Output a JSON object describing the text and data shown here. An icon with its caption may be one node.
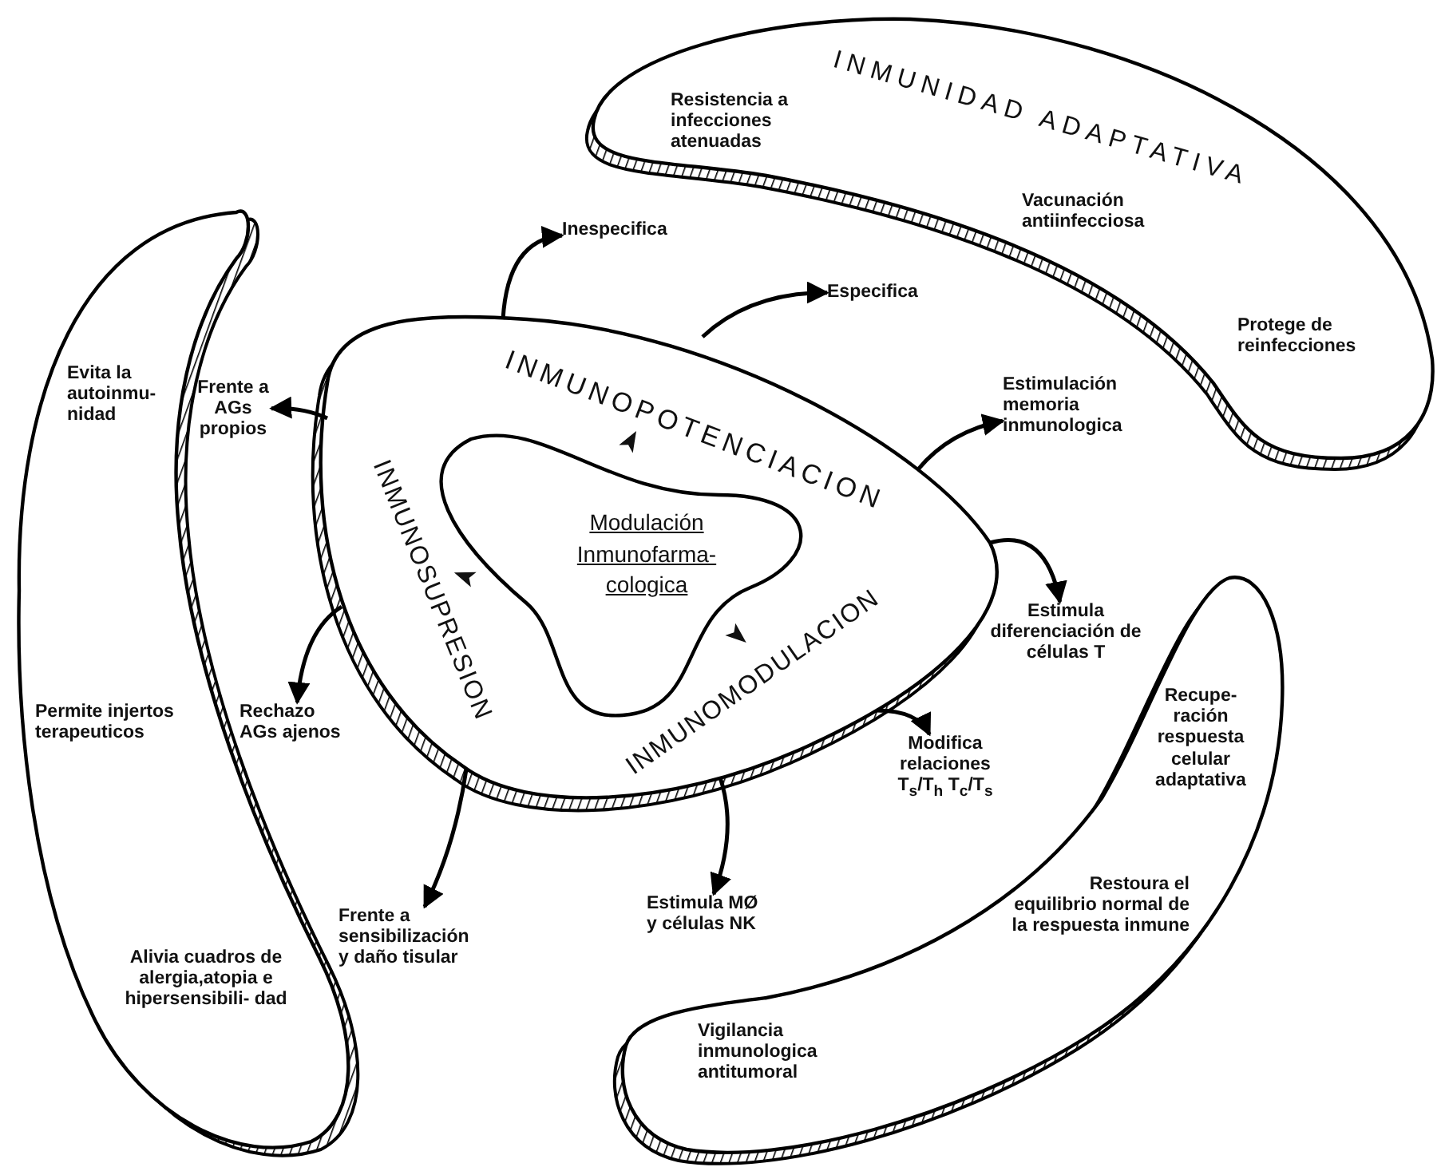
{
  "diagram": {
    "nodes": [
      {
        "text": [
          "INMUNOPOTENCIACION",
          "INMUNOSUPRESION",
          "INMUNOMODULACION"
        ]
      },
      {
        "text": [
          "Modulación Inmunofarma- cologica"
        ],
        "in": 0
      },
      {
        "text": [
          "INMUNIDAD ADAPTATIVA",
          "Resistencia a infecciones atenuadas",
          "Vacunación antiinfecciosa",
          "Protege de reinfecciones"
        ]
      },
      {
        "text": [
          "Evita la autoinmu- nidad",
          "Permite injertos terapeuticos",
          "Alivia cuadros de alergia,atopia e hipersensibili- dad"
        ]
      },
      {
        "text": [
          "Recupe- ración respuesta celular adaptativa",
          "Restoura el equilibrio normal de la respuesta inmune",
          "Vigilancia inmunologica antitumoral"
        ]
      },
      {
        "text": [
          "Inespecifica"
        ]
      },
      {
        "text": [
          "Especifica"
        ]
      },
      {
        "text": [
          "Estimulación memoria inmunologica"
        ]
      },
      {
        "text": [
          "Estimula diferenciación de células T"
        ]
      },
      {
        "text": [
          "Modifica relaciones T$_{s}$/T$_{h}$ T$_{c}$/T$_{s}$"
        ]
      },
      {
        "text": [
          "Estimula MØ y células NK"
        ]
      },
      {
        "text": [
          "Frente a sensibilización y daño tisular"
        ]
      },
      {
        "text": [
          "Rechazo AGs ajenos"
        ]
      },
      {
        "text": [
          "Frente a AGs propios"
        ]
      }
    ],
    "edges": [
      {
        "from": 0,
        "to": 5,
        "arrow": "to"
      },
      {
        "from": 0,
        "to": 6,
        "arrow": "to"
      },
      {
        "from": 0,
        "to": 7,
        "arrow": "to"
      },
      {
        "from": 0,
        "to": 8,
        "arrow": "to"
      },
      {
        "from": 0,
        "to": 9,
        "arrow": "to"
      },
      {
        "from": 0,
        "to": 10,
        "arrow": "to"
      },
      {
        "from": 0,
        "to": 11,
        "arrow": "to"
      },
      {
        "from": 0,
        "to": 12,
        "arrow": "to"
      },
      {
        "from": 0,
        "to": 13,
        "arrow": "to"
      }
    ]
  }
}
